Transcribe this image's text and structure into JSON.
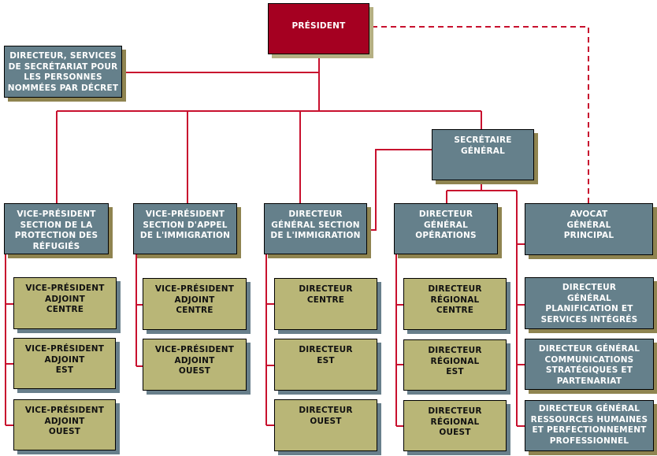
{
  "colors": {
    "connector": "#c8102e",
    "president_fill": "#a50021",
    "senior_fill": "#65808b",
    "regional_fill": "#b9b677"
  },
  "chart": {
    "president": [
      "PRÉSIDENT"
    ],
    "appointees_director": [
      "DIRECTEUR, SERVICES",
      "DE SECRÉTARIAT POUR",
      "LES PERSONNES",
      "NOMMÉES PAR DÉCRET"
    ],
    "secretary_general": [
      "SECRÉTAIRE",
      "GÉNÉRAL"
    ],
    "rpd_vp": [
      "VICE-PRÉSIDENT",
      "SECTION DE LA",
      "PROTECTION DES",
      "RÉFUGIÉS"
    ],
    "iad_vp": [
      "VICE-PRÉSIDENT",
      "SECTION D'APPEL",
      "DE L'IMMIGRATION"
    ],
    "id_dg": [
      "DIRECTEUR",
      "GÉNÉRAL SECTION",
      "DE L'IMMIGRATION"
    ],
    "ops_dg": [
      "DIRECTEUR",
      "GÉNÉRAL",
      "OPÉRATIONS"
    ],
    "senior_counsel": [
      "AVOCAT",
      "GÉNÉRAL",
      "PRINCIPAL"
    ],
    "rpd_units": [
      [
        "VICE-PRÉSIDENT",
        "ADJOINT",
        "CENTRE"
      ],
      [
        "VICE-PRÉSIDENT",
        "ADJOINT",
        "EST"
      ],
      [
        "VICE-PRÉSIDENT",
        "ADJOINT",
        "OUEST"
      ]
    ],
    "iad_units": [
      [
        "VICE-PRÉSIDENT",
        "ADJOINT",
        "CENTRE"
      ],
      [
        "VICE-PRÉSIDENT",
        "ADJOINT",
        "OUEST"
      ]
    ],
    "id_units": [
      [
        "DIRECTEUR",
        "CENTRE"
      ],
      [
        "DIRECTEUR",
        "EST"
      ],
      [
        "DIRECTEUR",
        "OUEST"
      ]
    ],
    "ops_units": [
      [
        "DIRECTEUR",
        "RÉGIONAL",
        "CENTRE"
      ],
      [
        "DIRECTEUR",
        "RÉGIONAL",
        "EST"
      ],
      [
        "DIRECTEUR",
        "RÉGIONAL",
        "OUEST"
      ]
    ],
    "sg_units": [
      [
        "DIRECTEUR",
        "GÉNÉRAL",
        "PLANIFICATION ET",
        "SERVICES INTÉGRÉS"
      ],
      [
        "DIRECTEUR GÉNÉRAL",
        "COMMUNICATIONS",
        "STRATÉGIQUES ET",
        "PARTENARIAT"
      ],
      [
        "DIRECTEUR GÉNÉRAL",
        "RESSOURCES HUMAINES",
        "ET PERFECTIONNEMENT",
        "PROFESSIONNEL"
      ]
    ]
  }
}
